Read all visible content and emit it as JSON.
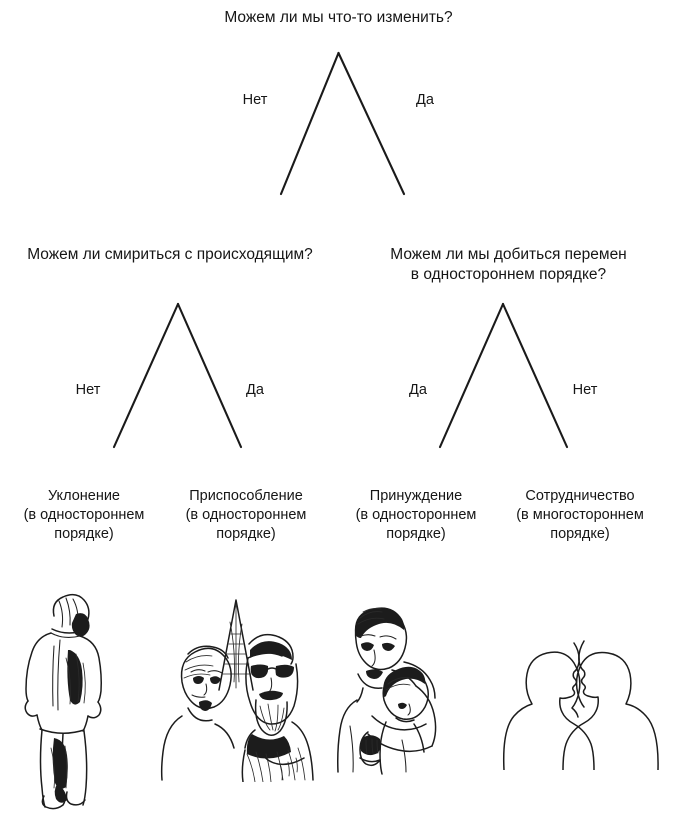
{
  "diagram": {
    "title": "Можем ли мы что-то изменить?",
    "root_question": "Можем ли мы что-то изменить?",
    "branches": {
      "root_no": "Нет",
      "root_yes": "Да",
      "left_no": "Нет",
      "left_yes": "Да",
      "right_yes": "Да",
      "right_no": "Нет"
    },
    "questions": {
      "left": "Можем ли смириться с происходящим?",
      "right": "Можем ли мы добиться перемен\nв одностороннем порядке?"
    },
    "outcomes": [
      {
        "name": "Уклонение",
        "qualifier": "(в одностороннем\nпорядке)",
        "full": "Уклонение\n(в одностороннем\nпорядке)",
        "illustration": "person-walking-away-sketch"
      },
      {
        "name": "Приспособление",
        "qualifier": "(в одностороннем\nпорядке)",
        "full": "Приспособление\n(в одностороннем\nпорядке)",
        "illustration": "elderly-couple-sketch"
      },
      {
        "name": "Принуждение",
        "qualifier": "(в одностороннем\nпорядке)",
        "full": "Принуждение\n(в одностороннем\nпорядке)",
        "illustration": "headlock-restraint-sketch"
      },
      {
        "name": "Сотрудничество",
        "qualifier": "(в многостороннем\nпорядке)",
        "full": "Сотрудничество\n(в многостороннем\nпорядке)",
        "illustration": "two-facing-profiles-outline"
      }
    ],
    "colors": {
      "ink": "#1a1a1a",
      "text": "#161616",
      "background": "#ffffff"
    }
  }
}
